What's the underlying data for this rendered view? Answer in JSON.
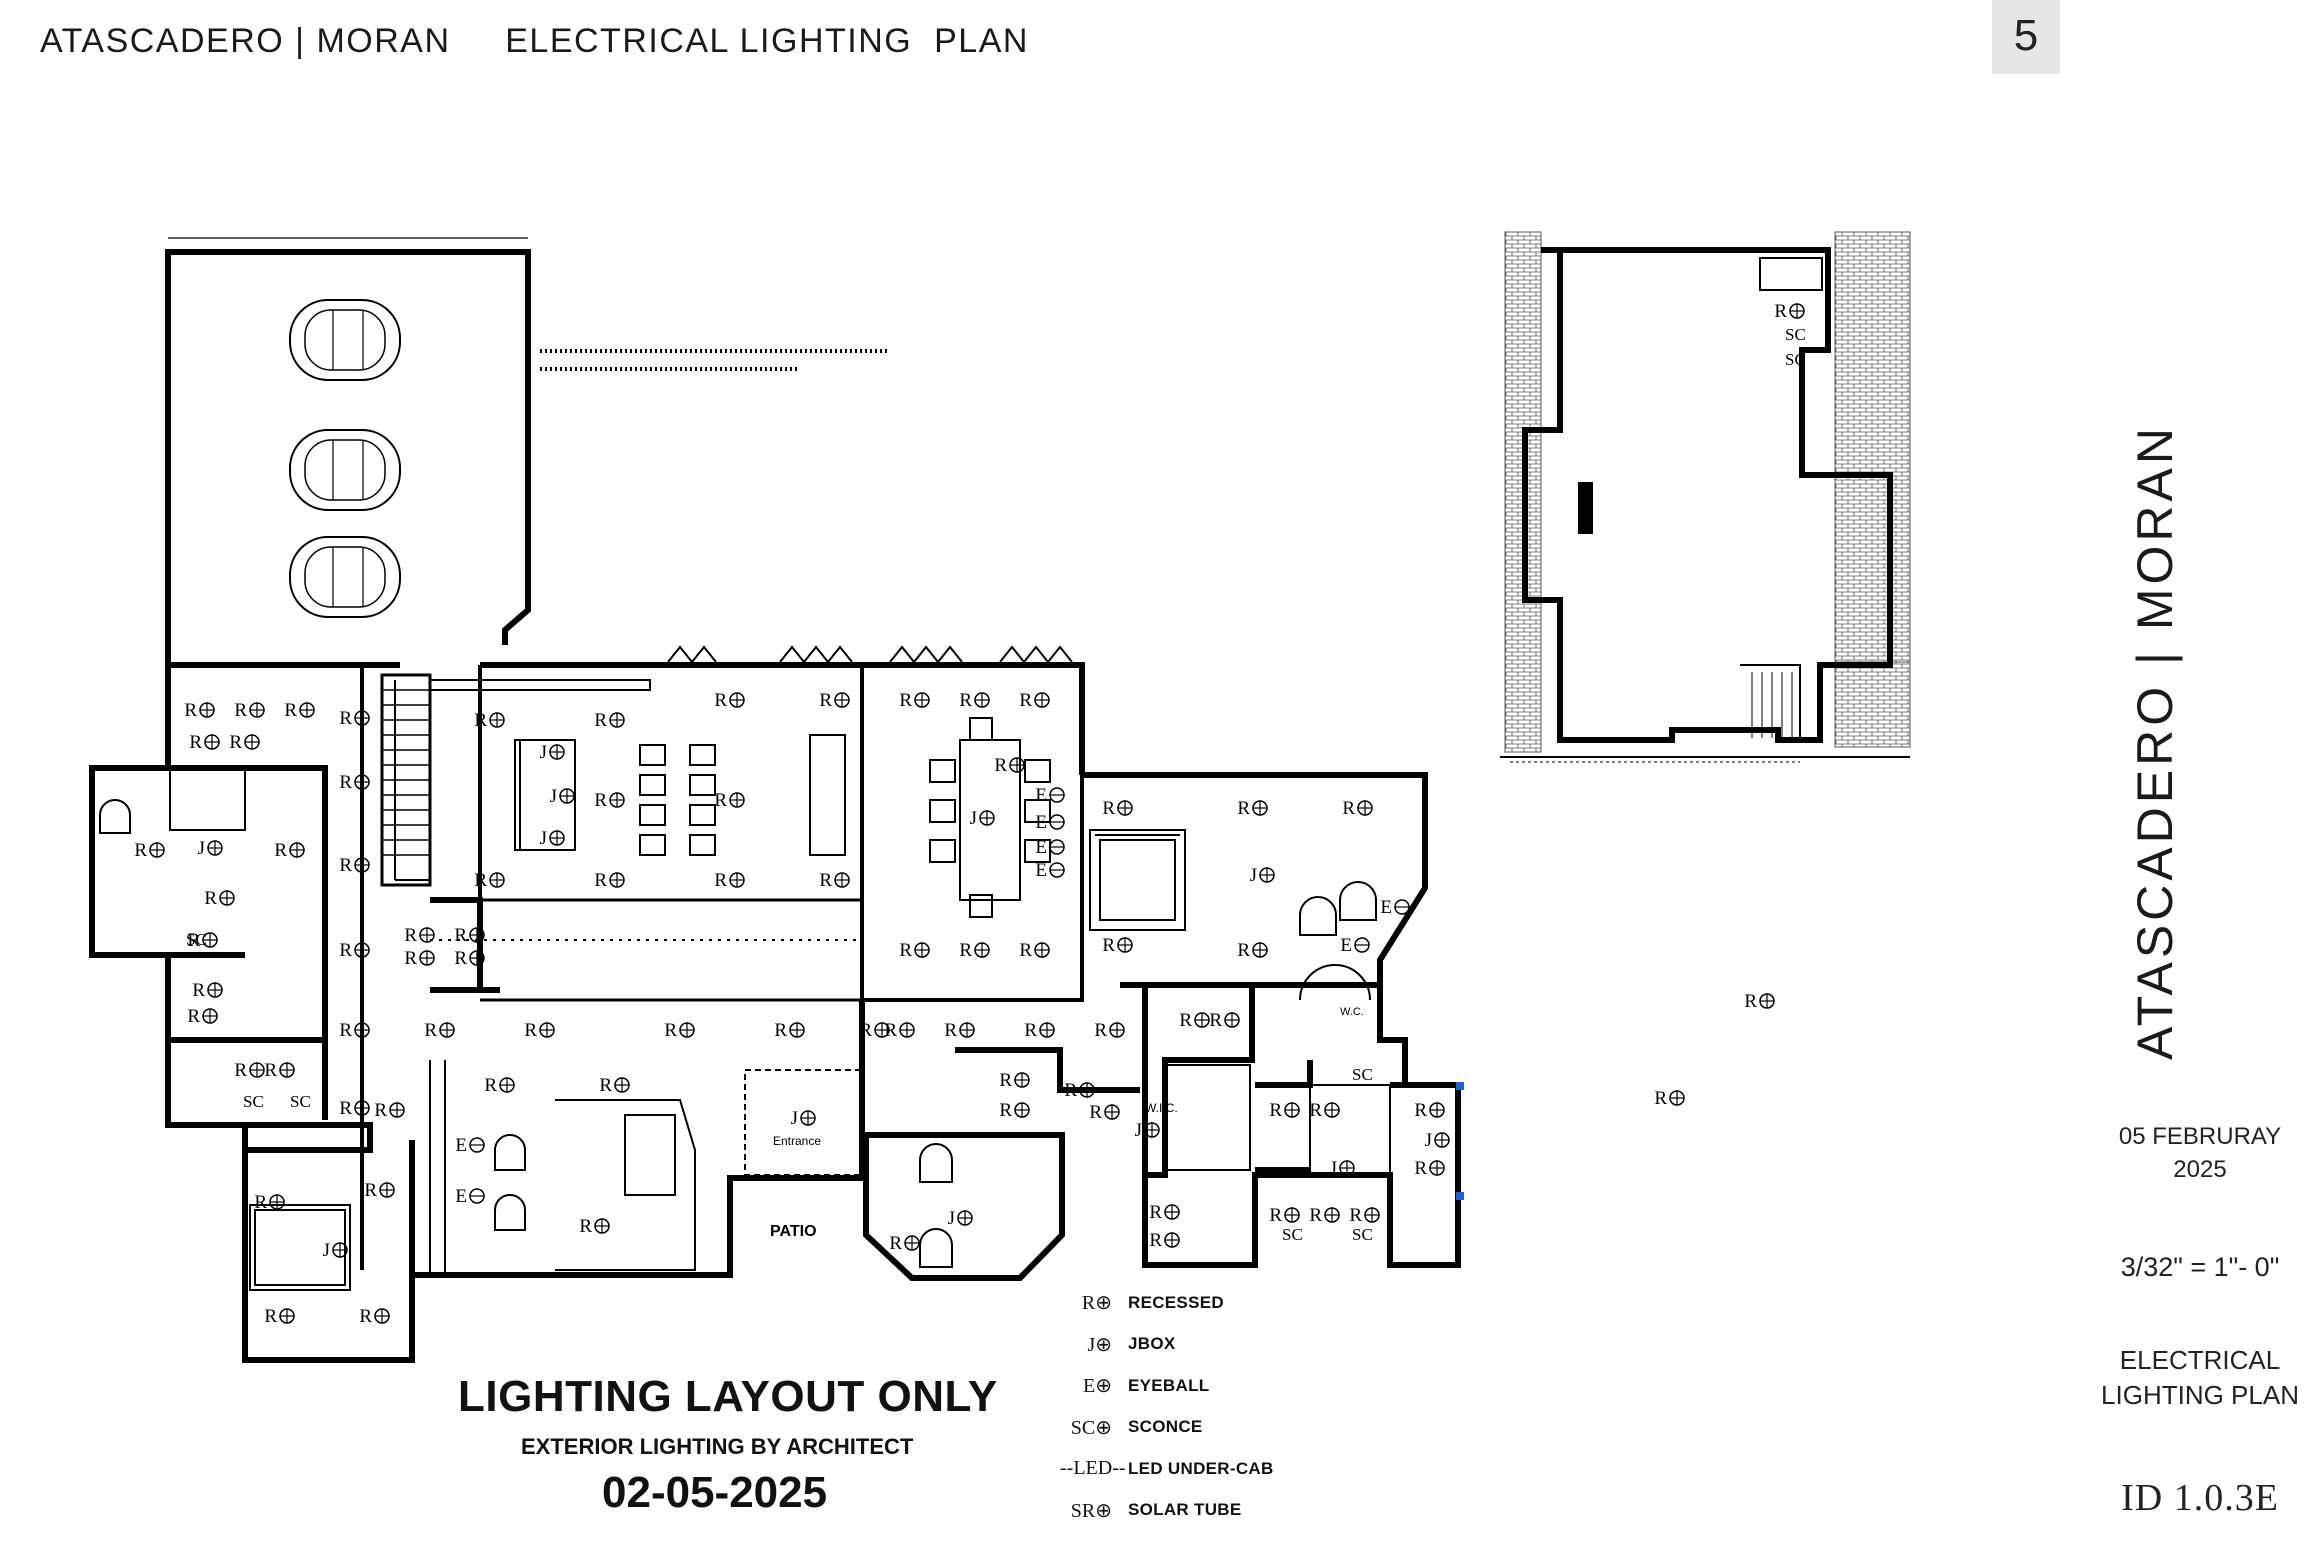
{
  "header": {
    "project": "ATASCADERO | MORAN",
    "sheet_title": "ELECTRICAL LIGHTING  PLAN",
    "page_number": "5"
  },
  "sidebar": {
    "project_vertical": "ATASCADERO | MORAN",
    "date_line1": "05 FEBRURAY",
    "date_line2": "2025",
    "scale": "3/32\" = 1\"- 0\"",
    "plan_line1": "ELECTRICAL",
    "plan_line2": "LIGHTING  PLAN",
    "sheet_id": "ID 1.0.3E"
  },
  "notes": {
    "title": "LIGHTING LAYOUT ONLY",
    "subtitle": "EXTERIOR LIGHTING  BY ARCHITECT",
    "date": "02-05-2025"
  },
  "legend": [
    {
      "symbol": "R⊕",
      "label": "RECESSED"
    },
    {
      "symbol": "J⊕",
      "label": "JBOX"
    },
    {
      "symbol": "E⊕",
      "label": "EYEBALL"
    },
    {
      "symbol": "SC⊕",
      "label": "SCONCE"
    },
    {
      "symbol": "--LED--",
      "label": "LED UNDER-CAB"
    },
    {
      "symbol": "SR⊕",
      "label": "SOLAR TUBE"
    }
  ],
  "plan_labels": {
    "patio": "PATIO",
    "entrance": "Entrance",
    "wc1": "W.I.C.",
    "wc2": "W.C."
  },
  "fixtures": {
    "recessed": "R",
    "jbox": "J",
    "eyeball": "E",
    "sconce": "SC"
  },
  "colors": {
    "wall": "#000000",
    "text": "#111111",
    "page_badge": "#e6e6e6",
    "accent_blue": "#1f5fd8"
  }
}
